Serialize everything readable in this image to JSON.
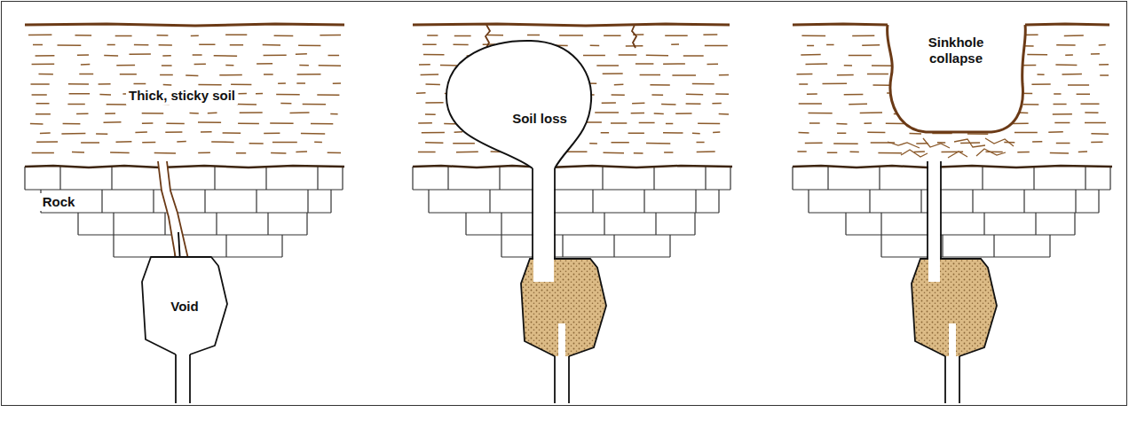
{
  "diagram": {
    "nodes": [
      {
        "text": [
          "Void"
        ]
      },
      {
        "text": [
          "Soil loss"
        ]
      },
      {
        "text": [
          "Sinkhole collapse"
        ]
      }
    ],
    "labels": [
      "Thick, sticky soil",
      "Rock"
    ]
  }
}
